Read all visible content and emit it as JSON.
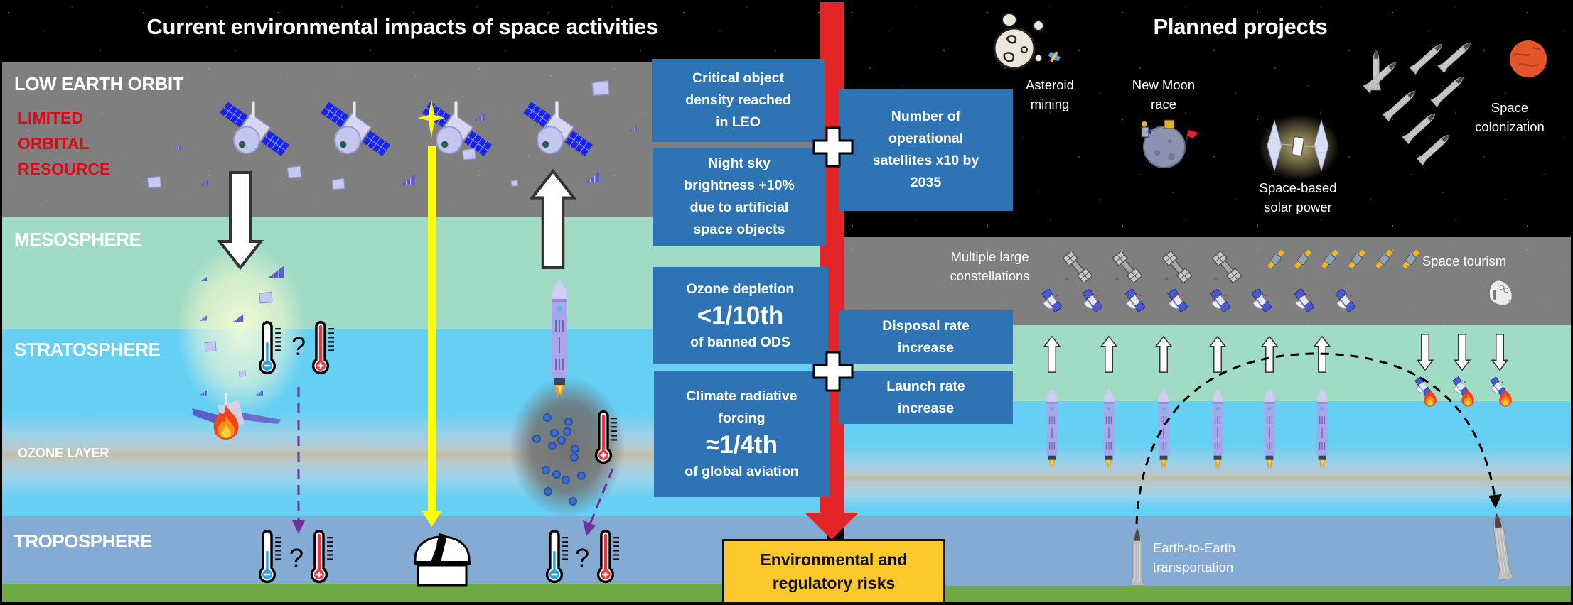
{
  "header": {
    "left_title": "Current environmental impacts of space activities",
    "right_title": "Planned projects"
  },
  "layers": {
    "leo": "LOW EARTH ORBIT",
    "mesosphere": "MESOSPHERE",
    "stratosphere": "STRATOSPHERE",
    "ozone_layer": "OZONE LAYER",
    "troposphere": "TROPOSPHERE"
  },
  "leo_note": {
    "line1": "LIMITED",
    "line2": "ORBITAL",
    "line3": "RESOURCE"
  },
  "impacts": [
    {
      "lines": [
        "Critical object",
        "density reached",
        "in LEO"
      ]
    },
    {
      "lines": [
        "Night sky",
        "brightness +10%",
        "due to artificial",
        "space objects"
      ]
    },
    {
      "lines": [
        "Ozone depletion"
      ],
      "big": "<1/10th",
      "sub": "of banned ODS"
    },
    {
      "lines": [
        "Climate radiative",
        "forcing"
      ],
      "big": "≈1/4th",
      "sub": "of global aviation"
    }
  ],
  "trends": [
    {
      "lines": [
        "Number of",
        "operational",
        "satellites x10 by",
        "2035"
      ]
    },
    {
      "lines": [
        "Disposal rate",
        "increase"
      ]
    },
    {
      "lines": [
        "Launch rate",
        "increase"
      ]
    }
  ],
  "risk": {
    "line1": "Environmental and",
    "line2": "regulatory risks"
  },
  "projects": {
    "asteroid_mining": [
      "Asteroid",
      "mining"
    ],
    "moon_race": [
      "New Moon",
      "race"
    ],
    "space_solar": [
      "Space-based",
      "solar power"
    ],
    "colonization": [
      "Space",
      "colonization"
    ],
    "constellations": [
      "Multiple large",
      "constellations"
    ],
    "tourism": [
      "Space tourism"
    ],
    "earth_to_earth": [
      "Earth-to-Earth",
      "transportation"
    ]
  },
  "symbols": {
    "question": "?"
  },
  "colors": {
    "space": "#000000",
    "leo": "#7f7f7f",
    "mesosphere": "#a0dbc5",
    "stratosphere": "#66cff4",
    "ozone": "#c2bda3",
    "troposphere": "#84abd3",
    "ground": "#6fa944",
    "info_box": "#2e74b5",
    "red_bar": "#e42527",
    "risk_box": "#fdc82b",
    "leo_note": "#e30613",
    "light_ray": "#ffff00",
    "effect_arrow": "#7030a0"
  }
}
